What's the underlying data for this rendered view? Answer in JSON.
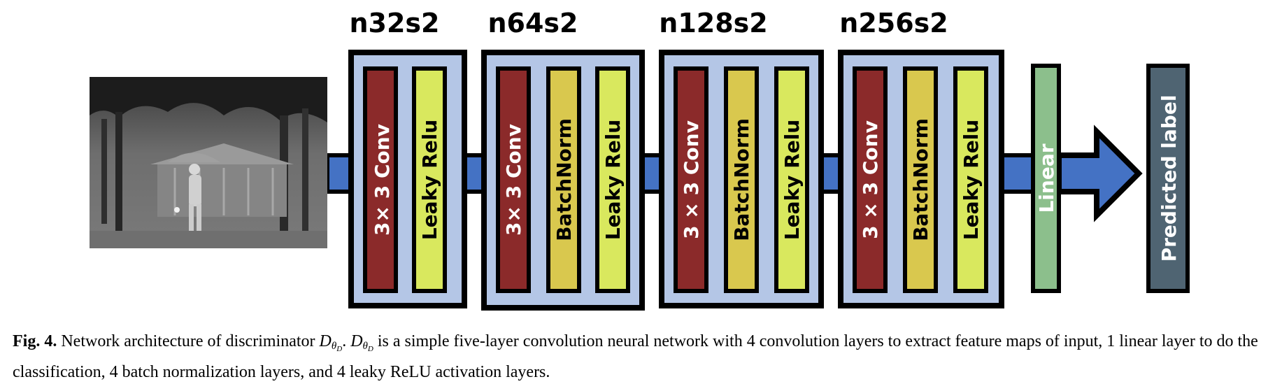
{
  "blocks": [
    {
      "id": "n32s2",
      "header": "n32s2",
      "layers": [
        {
          "label": "3× 3 Conv",
          "kind": "conv"
        },
        {
          "label": "Leaky Relu",
          "kind": "relu"
        }
      ]
    },
    {
      "id": "n64s2",
      "header": "n64s2",
      "layers": [
        {
          "label": "3× 3 Conv",
          "kind": "conv"
        },
        {
          "label": "BatchNorm",
          "kind": "bn"
        },
        {
          "label": "Leaky Relu",
          "kind": "relu"
        }
      ]
    },
    {
      "id": "n128s2",
      "header": "n128s2",
      "layers": [
        {
          "label": "3 × 3 Conv",
          "kind": "conv"
        },
        {
          "label": "BatchNorm",
          "kind": "bn"
        },
        {
          "label": "Leaky Relu",
          "kind": "relu"
        }
      ]
    },
    {
      "id": "n256s2",
      "header": "n256s2",
      "layers": [
        {
          "label": "3 × 3 Conv",
          "kind": "conv"
        },
        {
          "label": "BatchNorm",
          "kind": "bn"
        },
        {
          "label": "Leaky Relu",
          "kind": "relu"
        }
      ]
    }
  ],
  "linear_label": "Linear",
  "output_label": "Predicted label",
  "colors": {
    "conv": "#8b2a2a",
    "bn": "#d9c84e",
    "relu": "#d9e85e",
    "block_bg": "#b4c6e6",
    "linear": "#8cbf8c",
    "output": "#4f6472",
    "arrow": "#4472c4"
  },
  "caption": {
    "fig_label": "Fig. 4.",
    "text_1": "Network architecture of discriminator",
    "symbol": "D",
    "sub": "θ",
    "subsub": "D",
    "text_2": ".",
    "text_3": "is a simple five-layer convolution neural network with 4 convolution layers to extract feature maps of input, 1 linear layer to do the classification, 4 batch normalization layers, and 4 leaky ReLU activation layers."
  }
}
